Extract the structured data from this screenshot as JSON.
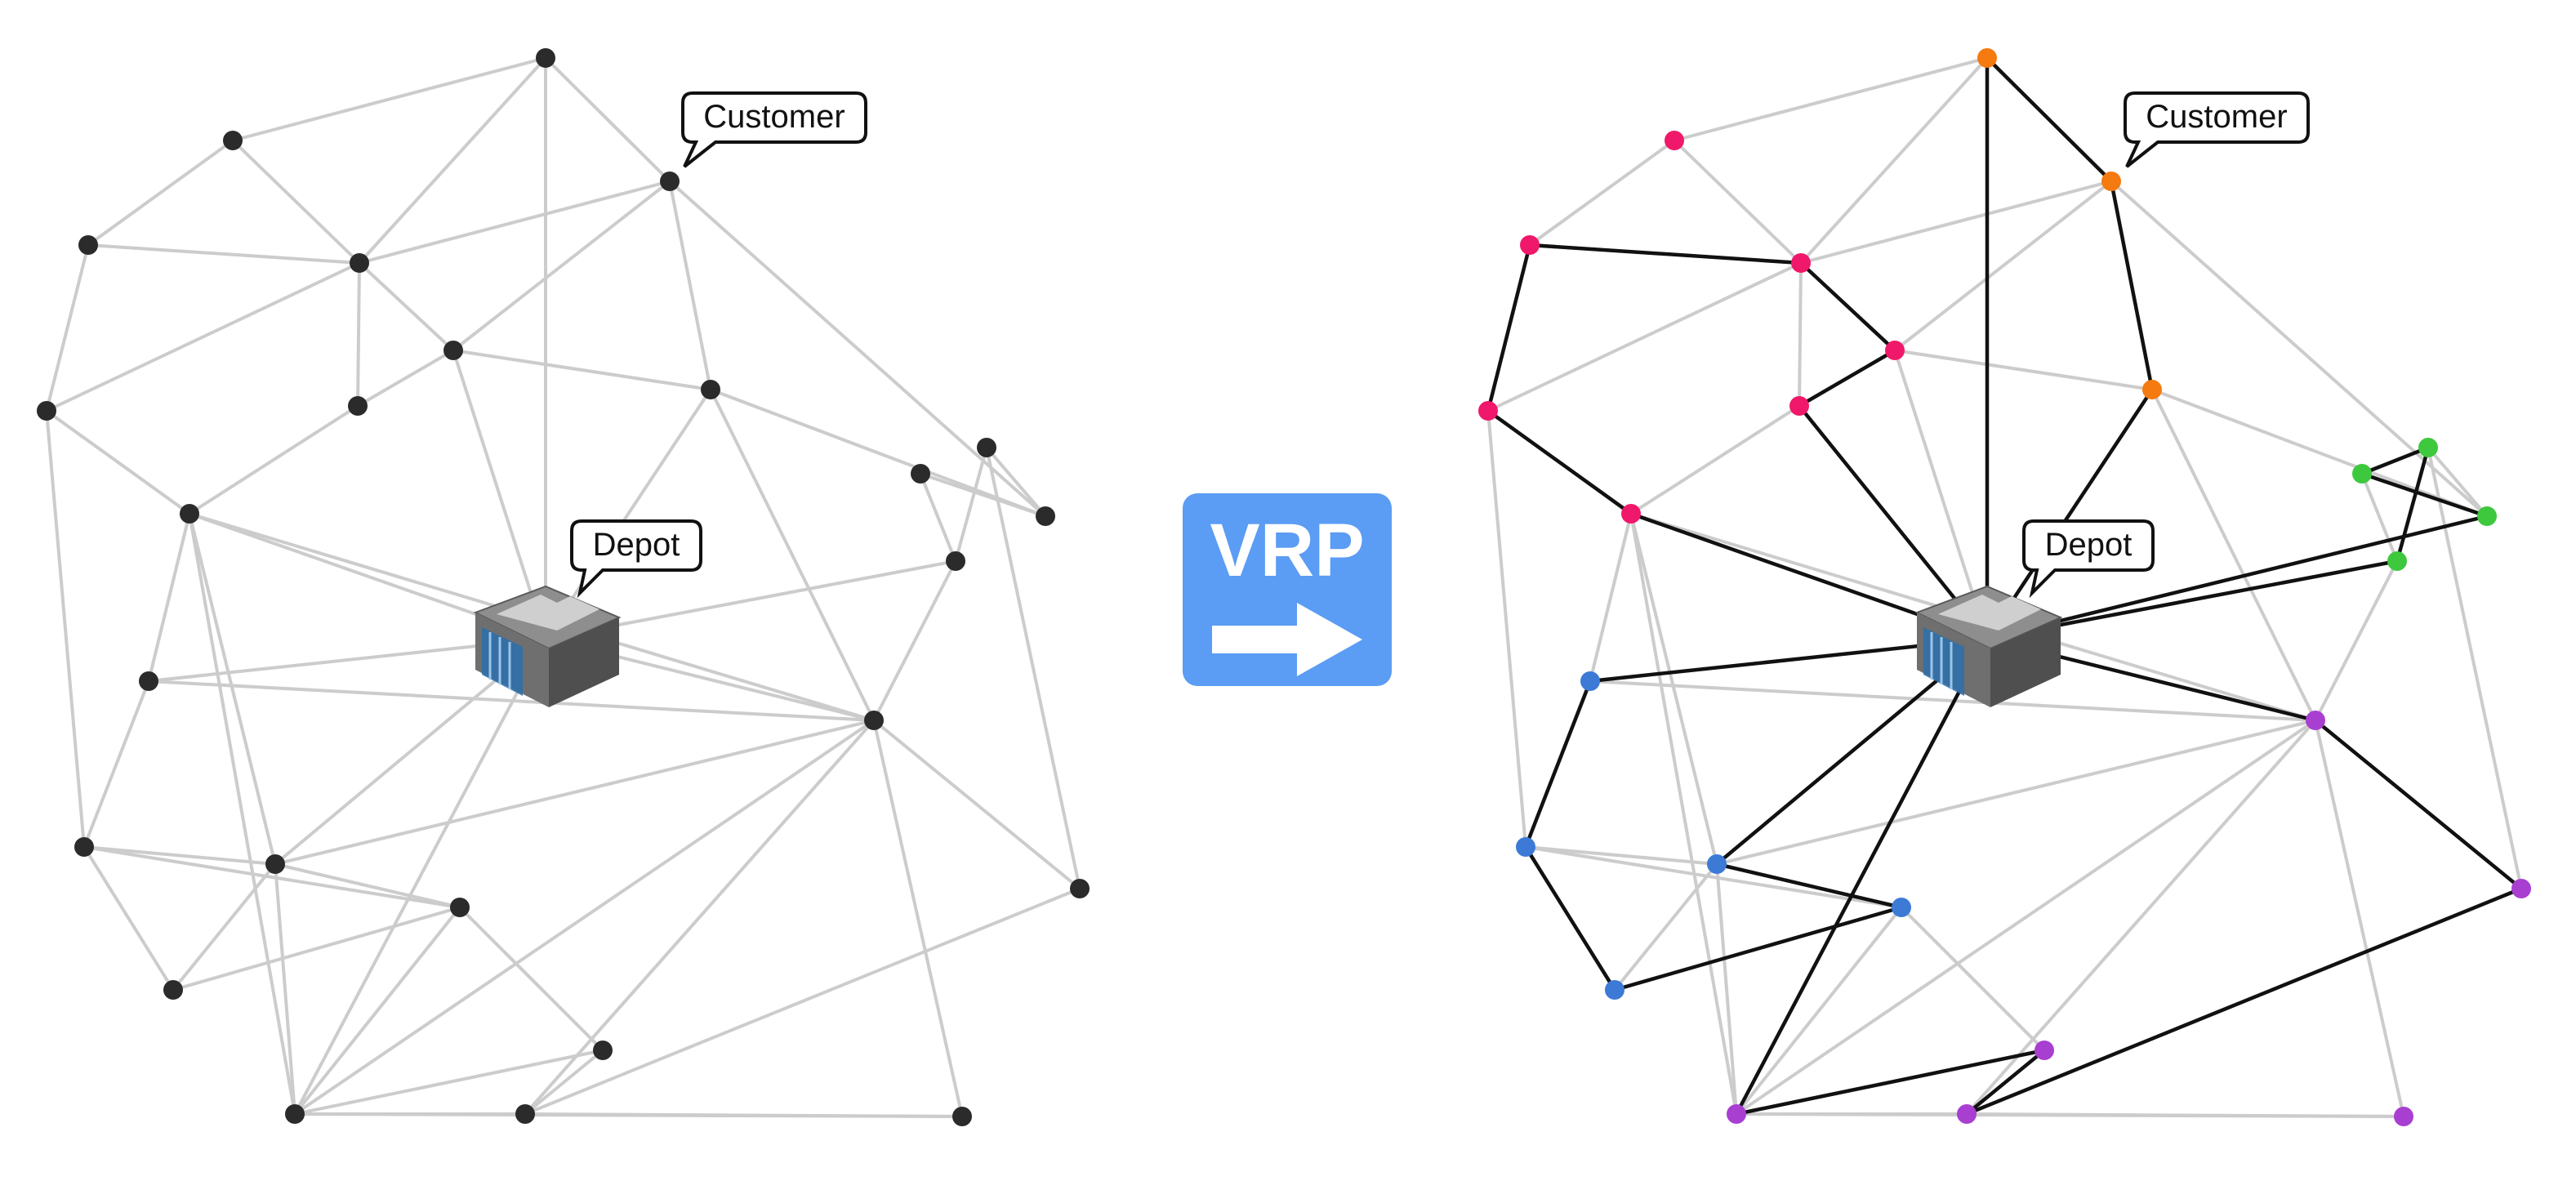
{
  "labels": {
    "customer": "Customer",
    "depot": "Depot"
  },
  "badge": {
    "text": "VRP"
  },
  "icons": {
    "depot": "warehouse-icon",
    "arrow": "arrow-right-icon"
  },
  "colors": {
    "node": "#2b2b2b",
    "edge": "#cccccc",
    "route_edge": "#111111",
    "badge": "#5b9cf4",
    "routes": {
      "pink": "#f0186a",
      "orange": "#f57a0f",
      "green": "#3ec83e",
      "blue": "#3c7ad6",
      "purple": "#a83fd1"
    }
  },
  "node_groups": {
    "N0": "orange",
    "N1": "pink",
    "N2": "orange",
    "N3": "pink",
    "N4": "pink",
    "N5": "pink",
    "N6": "pink",
    "N7": "pink",
    "N8": "orange",
    "N9": "pink",
    "N10": "green",
    "N11": "green",
    "N12": "green",
    "N13": "green",
    "N14": "blue",
    "N15": "purple",
    "N16": "blue",
    "N17": "blue",
    "N18": "purple",
    "N19": "purple",
    "N20": "blue",
    "N21": "blue",
    "N22": "purple",
    "N23": "purple",
    "N24": "purple",
    "N25": "pink"
  },
  "graph_edges": [
    [
      "N0",
      "N1"
    ],
    [
      "N0",
      "N2"
    ],
    [
      "N0",
      "N4"
    ],
    [
      "N0",
      "D"
    ],
    [
      "N1",
      "N3"
    ],
    [
      "N1",
      "N4"
    ],
    [
      "N2",
      "N4"
    ],
    [
      "N2",
      "N6"
    ],
    [
      "N2",
      "N8"
    ],
    [
      "N2",
      "N12"
    ],
    [
      "N3",
      "N4"
    ],
    [
      "N3",
      "N5"
    ],
    [
      "N4",
      "N5"
    ],
    [
      "N4",
      "N6"
    ],
    [
      "N4",
      "N7"
    ],
    [
      "N6",
      "N7"
    ],
    [
      "N6",
      "N8"
    ],
    [
      "N6",
      "D"
    ],
    [
      "N5",
      "N25"
    ],
    [
      "N5",
      "N16"
    ],
    [
      "N8",
      "N12"
    ],
    [
      "N8",
      "N18"
    ],
    [
      "N8",
      "D"
    ],
    [
      "N7",
      "N25"
    ],
    [
      "N25",
      "N18"
    ],
    [
      "N25",
      "N17"
    ],
    [
      "N25",
      "N22"
    ],
    [
      "N25",
      "N14"
    ],
    [
      "N25",
      "D"
    ],
    [
      "N10",
      "N12"
    ],
    [
      "N10",
      "N13"
    ],
    [
      "N11",
      "N12"
    ],
    [
      "N11",
      "N13"
    ],
    [
      "N11",
      "N15"
    ],
    [
      "N13",
      "N18"
    ],
    [
      "N13",
      "D"
    ],
    [
      "N18",
      "N14"
    ],
    [
      "N18",
      "N17"
    ],
    [
      "N18",
      "N22"
    ],
    [
      "N18",
      "N23"
    ],
    [
      "N18",
      "N24"
    ],
    [
      "N18",
      "N15"
    ],
    [
      "N18",
      "D"
    ],
    [
      "N14",
      "N16"
    ],
    [
      "N14",
      "D"
    ],
    [
      "N16",
      "N17"
    ],
    [
      "N16",
      "N20"
    ],
    [
      "N16",
      "N21"
    ],
    [
      "N17",
      "N21"
    ],
    [
      "N17",
      "N20"
    ],
    [
      "N17",
      "N22"
    ],
    [
      "N17",
      "D"
    ],
    [
      "N22",
      "N20"
    ],
    [
      "N22",
      "N19"
    ],
    [
      "N22",
      "N23"
    ],
    [
      "N22",
      "N24"
    ],
    [
      "N22",
      "D"
    ],
    [
      "N21",
      "N20"
    ],
    [
      "N20",
      "N19"
    ],
    [
      "N19",
      "N24"
    ],
    [
      "N24",
      "N23"
    ],
    [
      "N24",
      "N15"
    ]
  ],
  "routes": [
    [
      "D",
      "N25",
      "N5",
      "N3",
      "N4",
      "N6",
      "N7",
      "D"
    ],
    [
      "D",
      "N0",
      "N2",
      "N8",
      "D"
    ],
    [
      "D",
      "N12",
      "N10",
      "N11",
      "N13",
      "D"
    ],
    [
      "D",
      "N18",
      "N15",
      "N24",
      "N19",
      "N22",
      "D"
    ],
    [
      "D",
      "N14",
      "N16",
      "N21",
      "N20",
      "N17",
      "D"
    ]
  ]
}
